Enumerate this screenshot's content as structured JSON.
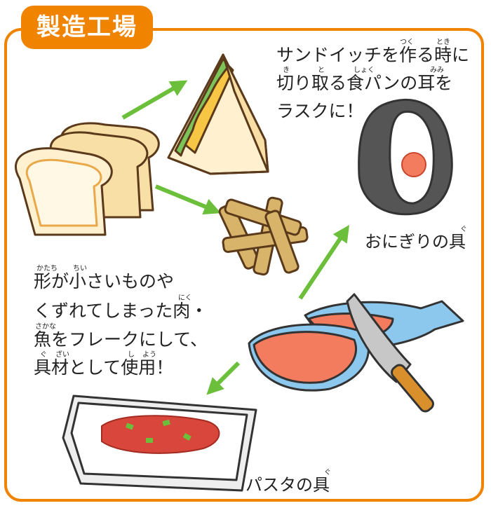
{
  "title": "製造工場",
  "texts": {
    "sandwich_line1": "サンドイッチを作る時に",
    "sandwich_line2": "切り取る食パンの耳を",
    "sandwich_line3": "ラスクに！",
    "onigiri": "おにぎりの具",
    "fish_line1": "形が小さいものや",
    "fish_line2": "くずれてしまった肉・",
    "fish_line3": "魚をフレークにして、",
    "fish_line4": "具材として使用！",
    "pasta": "パスタの具"
  },
  "ruby": {
    "tsuku": "つく",
    "toki": "とき",
    "ki": "き",
    "to": "と",
    "shoku": "しょく",
    "mimi": "みみ",
    "gu1": "ぐ",
    "katachi": "かたち",
    "chii": "ちい",
    "niku": "にく",
    "sakana": "さかな",
    "gu2": "ぐ",
    "zai": "ざい",
    "shi": "し",
    "you": "よう",
    "gu3": "ぐ"
  },
  "colors": {
    "accent": "#f08300",
    "arrow": "#6bbf3a",
    "bread": "#f7dfa6",
    "crust": "#e9a94b",
    "nori": "#555555",
    "salmon": "#f47c5e",
    "fish_skin": "#8cc8ee",
    "sauce": "#d9463b"
  },
  "icons": [
    "bread-icon",
    "sandwich-icon",
    "rusk-icon",
    "onigiri-icon",
    "fish-icon",
    "knife-icon",
    "pasta-tray-icon"
  ]
}
